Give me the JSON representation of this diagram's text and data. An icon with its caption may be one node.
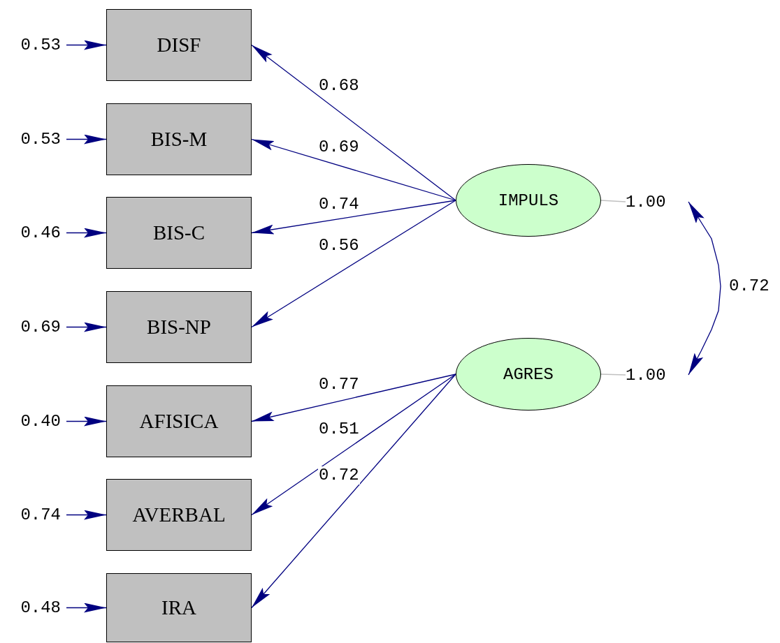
{
  "diagram": {
    "nodes": [
      {
        "text": [
          "DISF"
        ]
      },
      {
        "text": [
          "BIS-M"
        ]
      },
      {
        "text": [
          "BIS-C"
        ]
      },
      {
        "text": [
          "BIS-NP"
        ]
      },
      {
        "text": [
          "AFISICA"
        ]
      },
      {
        "text": [
          "AVERBAL"
        ]
      },
      {
        "text": [
          "IRA"
        ]
      },
      {
        "text": [
          "IMPULS"
        ]
      },
      {
        "text": [
          "AGRES"
        ]
      },
      {
        "text": [
          "1.00"
        ]
      },
      {
        "text": [
          "1.00"
        ]
      }
    ],
    "edges": [
      {
        "from": null,
        "to": 0,
        "arrow": "to",
        "label": "0.53"
      },
      {
        "from": null,
        "to": 1,
        "arrow": "to",
        "label": "0.53"
      },
      {
        "from": null,
        "to": 2,
        "arrow": "to",
        "label": "0.46"
      },
      {
        "from": null,
        "to": 3,
        "arrow": "to",
        "label": "0.69"
      },
      {
        "from": null,
        "to": 4,
        "arrow": "to",
        "label": "0.40"
      },
      {
        "from": null,
        "to": 5,
        "arrow": "to",
        "label": "0.74"
      },
      {
        "from": null,
        "to": 6,
        "arrow": "to",
        "label": "0.48"
      },
      {
        "from": 7,
        "to": 0,
        "arrow": "to",
        "label": "0.68"
      },
      {
        "from": 7,
        "to": 1,
        "arrow": "to",
        "label": "0.69"
      },
      {
        "from": 7,
        "to": 2,
        "arrow": "to",
        "label": "0.74"
      },
      {
        "from": 7,
        "to": 3,
        "arrow": "to",
        "label": "0.56"
      },
      {
        "from": 8,
        "to": 4,
        "arrow": "to",
        "label": "0.77"
      },
      {
        "from": 8,
        "to": 5,
        "arrow": "to",
        "label": "0.51"
      },
      {
        "from": 8,
        "to": 6,
        "arrow": "to",
        "label": "0.72"
      },
      {
        "from": 7,
        "to": 9,
        "arrow": "none",
        "color": "#c0c0c0"
      },
      {
        "from": 8,
        "to": 10,
        "arrow": "none",
        "color": "#c0c0c0"
      },
      {
        "from": 9,
        "to": 10,
        "arrow": "both",
        "label": "0.72"
      }
    ]
  }
}
